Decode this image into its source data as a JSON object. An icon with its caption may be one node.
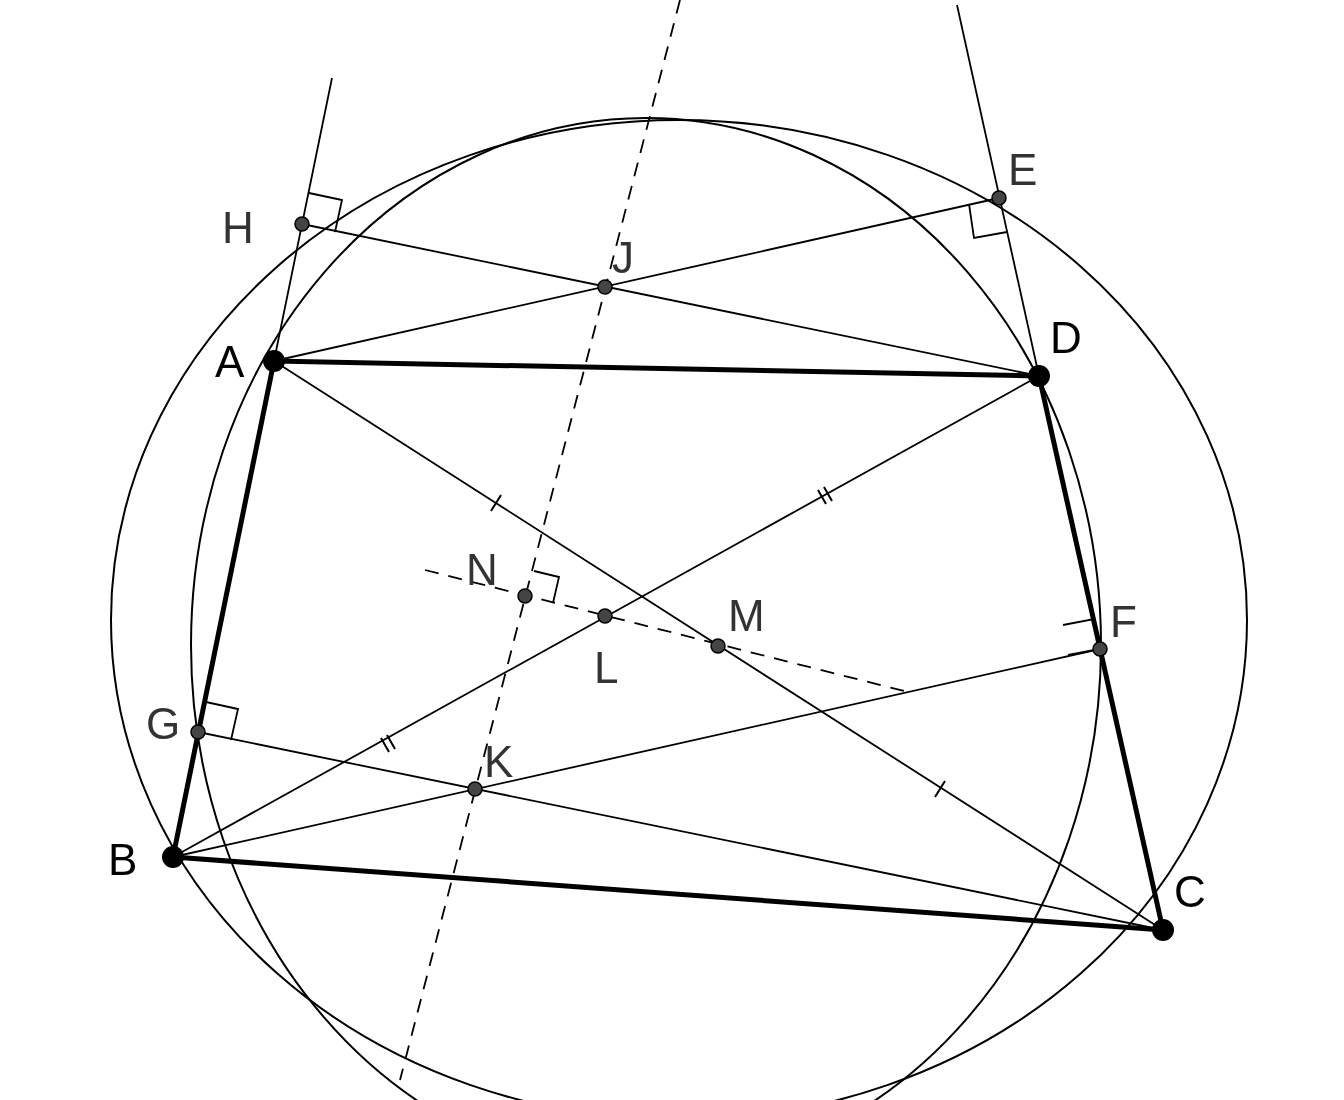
{
  "diagram": {
    "labels": [
      "E",
      "H",
      "J",
      "D",
      "A",
      "N",
      "M",
      "F",
      "L",
      "G",
      "K",
      "B",
      "C"
    ]
  }
}
